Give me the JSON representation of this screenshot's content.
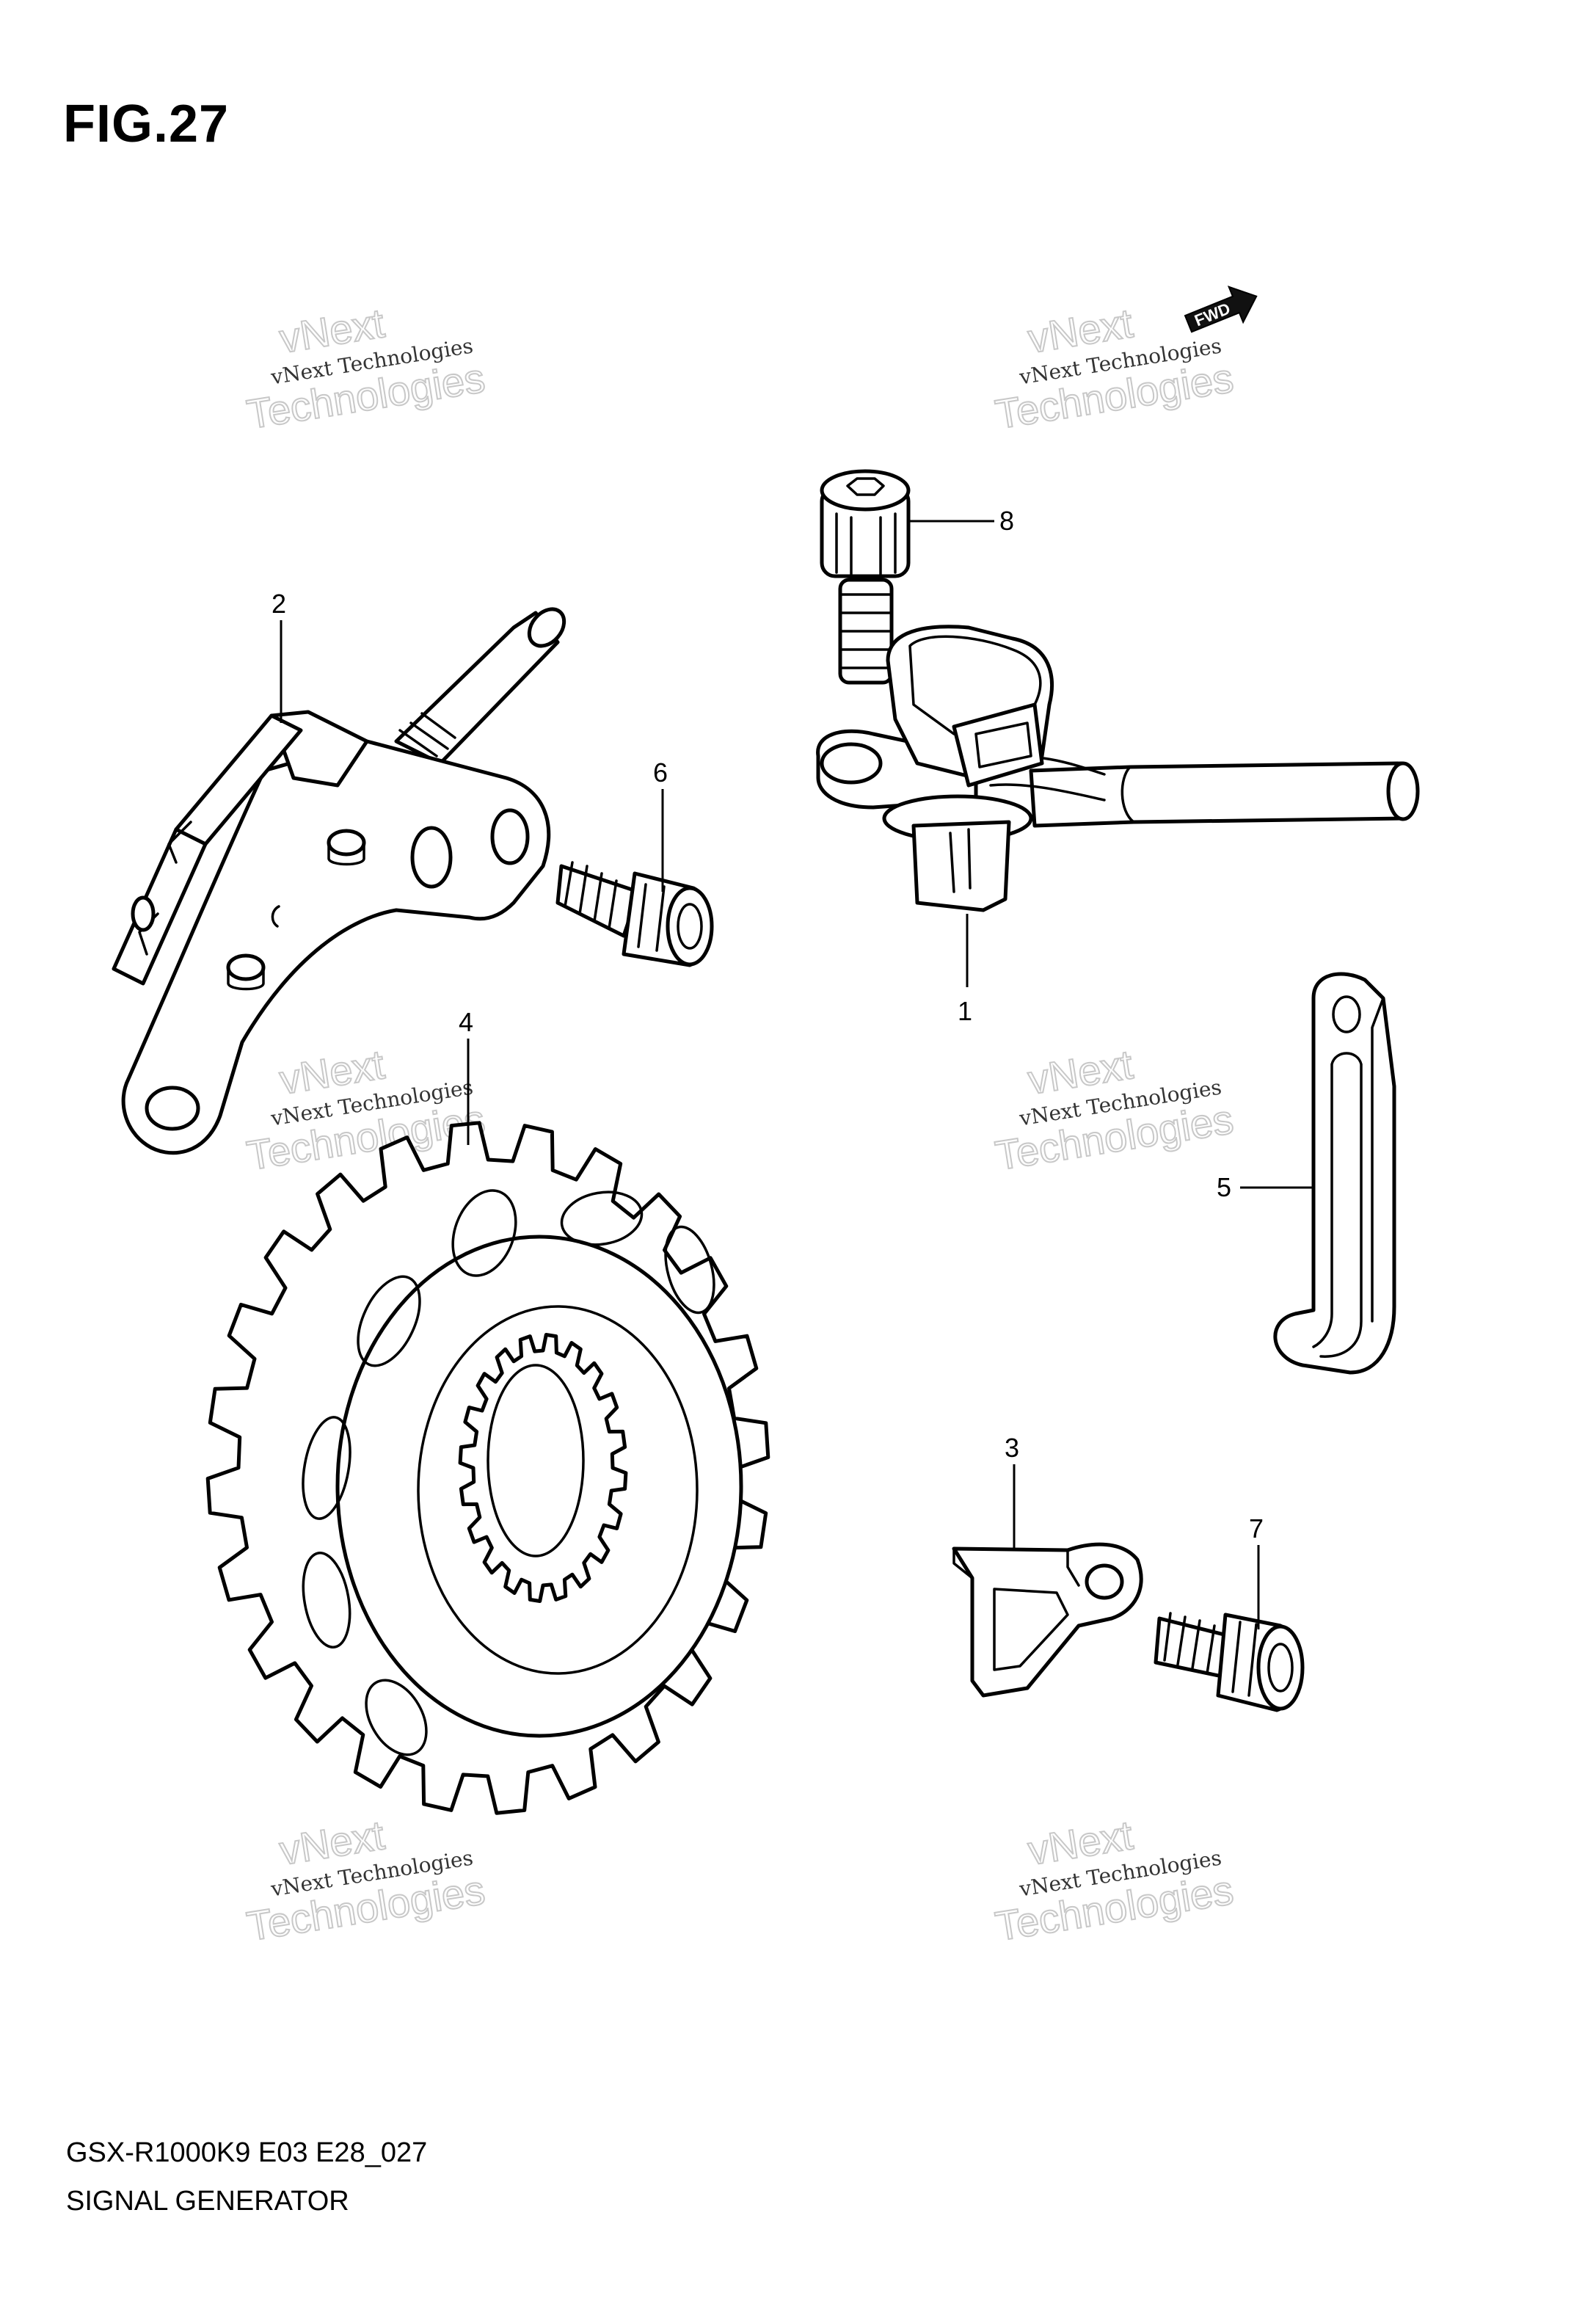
{
  "figure": {
    "number": "FIG.27",
    "model_code": "GSX-R1000K9 E03 E28_027",
    "title": "SIGNAL GENERATOR"
  },
  "callouts": [
    "1",
    "2",
    "3",
    "4",
    "5",
    "6",
    "7",
    "8"
  ],
  "watermark": {
    "line": "vNext Technologies",
    "word_a": "vNext",
    "word_b": "Technologies"
  },
  "direction_badge": "FWD",
  "parts": [
    {
      "number": "1",
      "icon": "signal-generator-sensor-icon"
    },
    {
      "number": "2",
      "icon": "sensor-bracket-icon"
    },
    {
      "number": "3",
      "icon": "clamp-plate-icon"
    },
    {
      "number": "4",
      "icon": "signal-rotor-sprocket-icon"
    },
    {
      "number": "5",
      "icon": "wire-guide-icon"
    },
    {
      "number": "6",
      "icon": "bolt-icon"
    },
    {
      "number": "7",
      "icon": "bolt-icon"
    },
    {
      "number": "8",
      "icon": "bolt-icon"
    }
  ]
}
